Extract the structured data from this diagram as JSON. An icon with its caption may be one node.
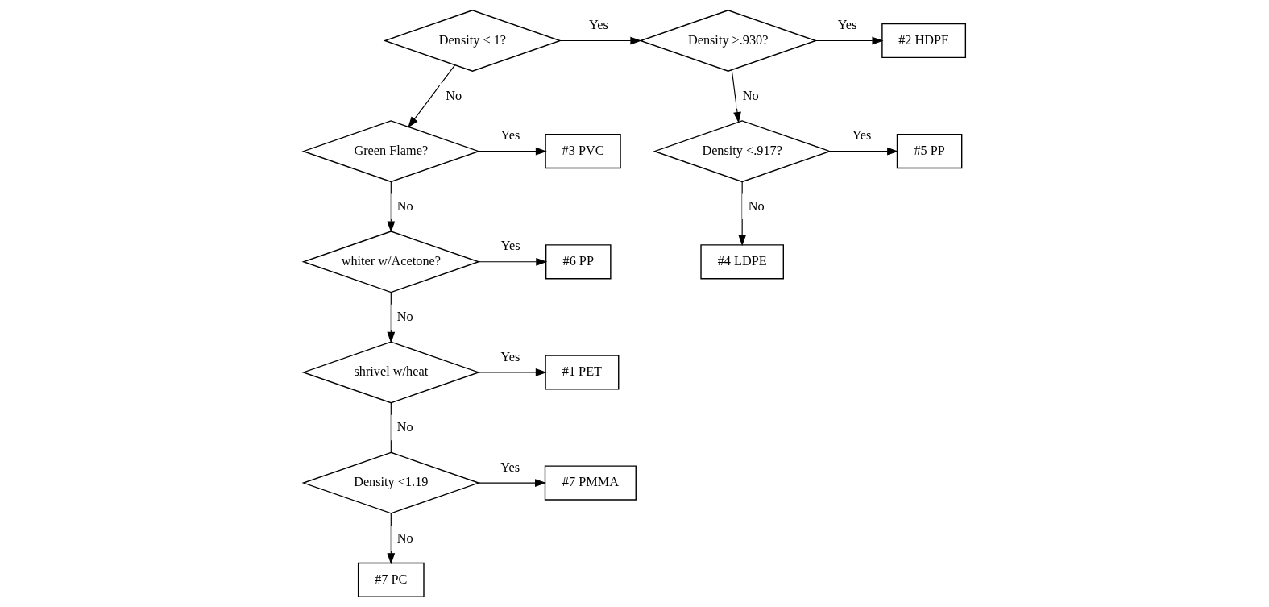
{
  "diagram": {
    "nodes": [
      {
        "text": [
          "Density < 1?"
        ]
      },
      {
        "text": [
          "Density >.930?"
        ]
      },
      {
        "text": [
          "#2 HDPE"
        ]
      },
      {
        "text": [
          "Green Flame?"
        ]
      },
      {
        "text": [
          "#3 PVC"
        ]
      },
      {
        "text": [
          "Density <.917?"
        ]
      },
      {
        "text": [
          "#5 PP"
        ]
      },
      {
        "text": [
          "#4 LDPE"
        ]
      },
      {
        "text": [
          "whiter w/Acetone?"
        ]
      },
      {
        "text": [
          "#6 PP"
        ]
      },
      {
        "text": [
          "shrivel w/heat"
        ]
      },
      {
        "text": [
          "#1 PET"
        ]
      },
      {
        "text": [
          "Density <1.19"
        ]
      },
      {
        "text": [
          "#7 PMMA"
        ]
      },
      {
        "text": [
          "#7 PC"
        ]
      }
    ],
    "edges": [
      {
        "from": 0,
        "to": 1,
        "arrow": "to",
        "label": "Yes"
      },
      {
        "from": 1,
        "to": 2,
        "arrow": "to",
        "label": "Yes"
      },
      {
        "from": 0,
        "to": 3,
        "arrow": "to",
        "label": "No"
      },
      {
        "from": 1,
        "to": 5,
        "arrow": "to",
        "label": "No"
      },
      {
        "from": 3,
        "to": 4,
        "arrow": "to",
        "label": "Yes"
      },
      {
        "from": 5,
        "to": 6,
        "arrow": "to",
        "label": "Yes"
      },
      {
        "from": 5,
        "to": 7,
        "arrow": "to",
        "label": "No"
      },
      {
        "from": 3,
        "to": 8,
        "arrow": "to",
        "label": "No"
      },
      {
        "from": 8,
        "to": 9,
        "arrow": "to",
        "label": "Yes"
      },
      {
        "from": 8,
        "to": 10,
        "arrow": "to",
        "label": "No"
      },
      {
        "from": 10,
        "to": 11,
        "arrow": "to",
        "label": "Yes"
      },
      {
        "from": 10,
        "to": 12,
        "arrow": "none",
        "label": "No"
      },
      {
        "from": 12,
        "to": 13,
        "arrow": "to",
        "label": "Yes"
      },
      {
        "from": 12,
        "to": 14,
        "arrow": "to",
        "label": "No"
      }
    ]
  }
}
